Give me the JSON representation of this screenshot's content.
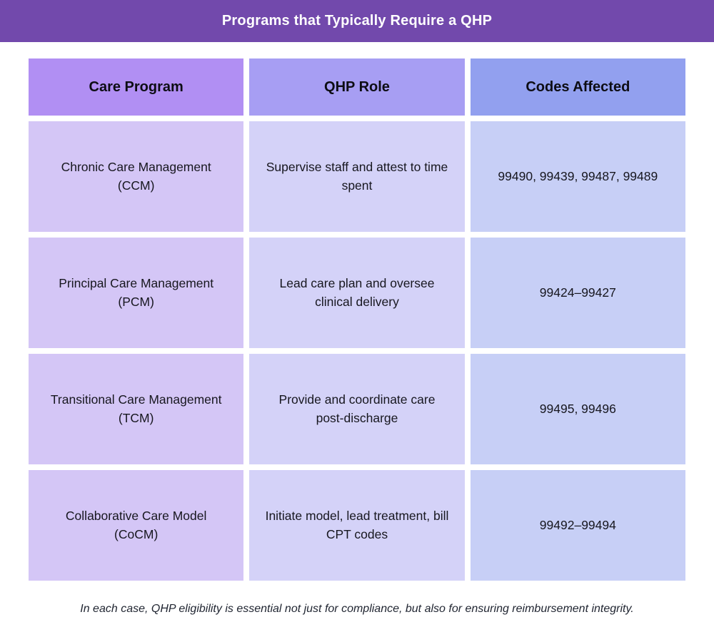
{
  "banner": {
    "title": "Programs that Typically Require a QHP",
    "background": "#7249ac"
  },
  "table": {
    "columns": [
      {
        "label": "Care Program",
        "header_color": "#b18ff3",
        "cell_color": "#d4c6f6"
      },
      {
        "label": "QHP Role",
        "header_color": "#a79ef3",
        "cell_color": "#d4d2f8"
      },
      {
        "label": "Codes Affected",
        "header_color": "#92a0ef",
        "cell_color": "#c7cff6"
      }
    ],
    "rows": [
      {
        "program": "Chronic Care Management (CCM)",
        "role": "Supervise staff and attest to time spent",
        "codes": "99490, 99439, 99487, 99489"
      },
      {
        "program": "Principal Care Management (PCM)",
        "role": "Lead care plan and oversee clinical delivery",
        "codes": "99424–99427"
      },
      {
        "program": "Transitional Care Management (TCM)",
        "role": "Provide and coordinate care post-discharge",
        "codes": "99495, 99496"
      },
      {
        "program": "Collaborative Care Model (CoCM)",
        "role": "Initiate model, lead treatment, bill CPT codes",
        "codes": "99492–99494"
      }
    ]
  },
  "footer": {
    "note": "In each case, QHP eligibility is essential not just for compliance, but also for ensuring reimbursement integrity."
  },
  "chart_data": {
    "type": "table",
    "title": "Programs that Typically Require a QHP",
    "columns": [
      "Care Program",
      "QHP Role",
      "Codes Affected"
    ],
    "rows": [
      [
        "Chronic Care Management (CCM)",
        "Supervise staff and attest to time spent",
        "99490, 99439, 99487, 99489"
      ],
      [
        "Principal Care Management (PCM)",
        "Lead care plan and oversee clinical delivery",
        "99424–99427"
      ],
      [
        "Transitional Care Management (TCM)",
        "Provide and coordinate care post-discharge",
        "99495, 99496"
      ],
      [
        "Collaborative Care Model (CoCM)",
        "Initiate model, lead treatment, bill CPT codes",
        "99492–99494"
      ]
    ],
    "footnote": "In each case, QHP eligibility is essential not just for compliance, but also for ensuring reimbursement integrity.",
    "layout": {
      "title_position": "top-banner",
      "grid": "3-columns-4-rows-with-white-gaps",
      "column_accent_colors": [
        "#b18ff3",
        "#a79ef3",
        "#92a0ef"
      ]
    }
  }
}
